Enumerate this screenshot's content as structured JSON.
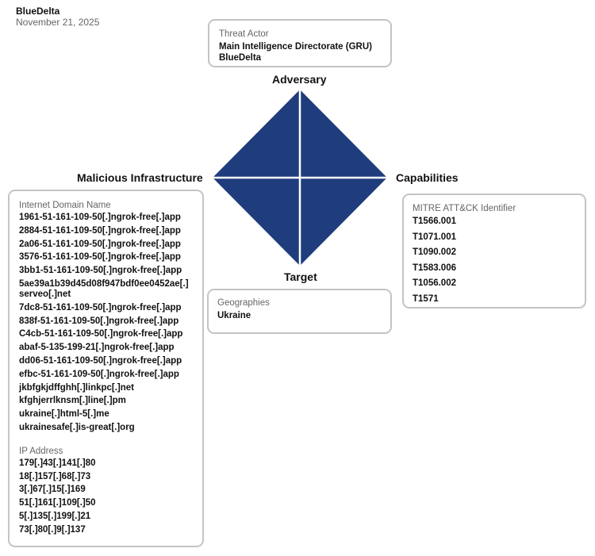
{
  "header": {
    "title": "BlueDelta",
    "date": "November 21, 2025"
  },
  "adversary": {
    "corner": "Adversary",
    "label": "Threat Actor",
    "values": [
      "Main Intelligence Directorate (GRU)",
      "BlueDelta"
    ]
  },
  "infrastructure": {
    "corner": "Malicious Infrastructure",
    "domain_label": "Internet Domain Name",
    "domains": [
      "1961-51-161-109-50[.]ngrok-free[.]app",
      "2884-51-161-109-50[.]ngrok-free[.]app",
      "2a06-51-161-109-50[.]ngrok-free[.]app",
      "3576-51-161-109-50[.]ngrok-free[.]app",
      "3bb1-51-161-109-50[.]ngrok-free[.]app",
      "5ae39a1b39d45d08f947bdf0ee0452ae[.]serveo[.]net",
      "7dc8-51-161-109-50[.]ngrok-free[.]app",
      "838f-51-161-109-50[.]ngrok-free[.]app",
      "C4cb-51-161-109-50[.]ngrok-free[.]app",
      "abaf-5-135-199-21[.]ngrok-free[.]app",
      "dd06-51-161-109-50[.]ngrok-free[.]app",
      "efbc-51-161-109-50[.]ngrok-free[.]app",
      "jkbfgkjdffghh[.]linkpc[.]net",
      "kfghjerrlknsm[.]line[.]pm",
      "ukraine[.]html-5[.]me",
      "ukrainesafe[.]is-great[.]org"
    ],
    "ip_label": "IP Address",
    "ips": [
      "179[.]43[.]141[.]80",
      "18[.]157[.]68[.]73",
      "3[.]67[.]15[.]169",
      "51[.]161[.]109[.]50",
      "5[.]135[.]199[.]21",
      "73[.]80[.]9[.]137"
    ]
  },
  "capabilities": {
    "corner": "Capabilities",
    "label": "MITRE ATT&CK Identifier",
    "values": [
      "T1566.001",
      "T1071.001",
      "T1090.002",
      "T1583.006",
      "T1056.002",
      "T1571"
    ]
  },
  "target": {
    "corner": "Target",
    "label": "Geographies",
    "values": [
      "Ukraine"
    ]
  },
  "colors": {
    "diamond": "#1f3d7c"
  }
}
